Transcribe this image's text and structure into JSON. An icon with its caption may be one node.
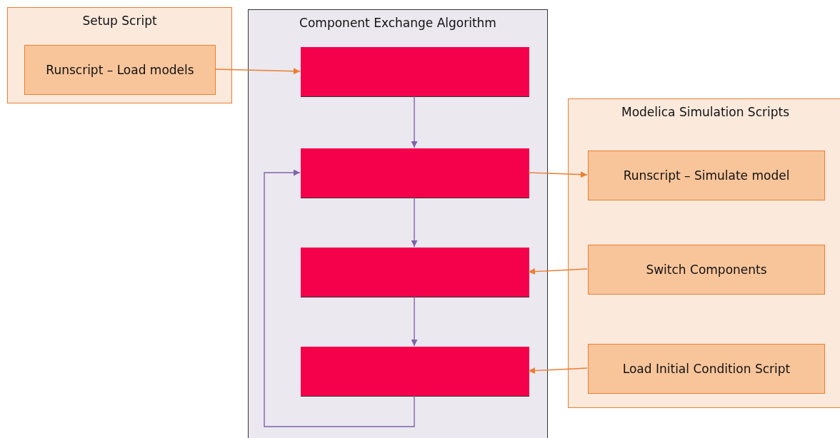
{
  "diagram": {
    "nodes": [
      {
        "text": [
          "Setup Script"
        ]
      },
      {
        "text": [
          "Runscript – Load models"
        ],
        "in": 0
      },
      {
        "text": [
          "Component Exchange Algorithm"
        ]
      },
      {
        "text": [],
        "shape": "box",
        "in": 2
      },
      {
        "text": [],
        "shape": "box",
        "in": 2
      },
      {
        "text": [],
        "shape": "box",
        "in": 2
      },
      {
        "text": [],
        "shape": "box",
        "in": 2
      },
      {
        "text": [
          "Modelica Simulation Scripts"
        ]
      },
      {
        "text": [
          "Runscript – Simulate model"
        ],
        "in": 7
      },
      {
        "text": [
          "Switch Components"
        ],
        "in": 7
      },
      {
        "text": [
          "Load Initial Condition Script"
        ],
        "in": 7
      }
    ],
    "edges": [
      {
        "from": 1,
        "to": 3,
        "arrow": "to",
        "color": "#ed7d31"
      },
      {
        "from": 3,
        "to": 4,
        "arrow": "to",
        "color": "#7f63a8"
      },
      {
        "from": 4,
        "to": 5,
        "arrow": "to",
        "color": "#7f63a8"
      },
      {
        "from": 5,
        "to": 6,
        "arrow": "to",
        "color": "#7f63a8"
      },
      {
        "from": 6,
        "to": 4,
        "arrow": "to",
        "color": "#7f63a8"
      },
      {
        "from": 4,
        "to": 8,
        "arrow": "to",
        "color": "#ed7d31"
      },
      {
        "from": 9,
        "to": 5,
        "arrow": "to",
        "color": "#ed7d31"
      },
      {
        "from": 10,
        "to": 6,
        "arrow": "to",
        "color": "#ed7d31"
      }
    ]
  }
}
